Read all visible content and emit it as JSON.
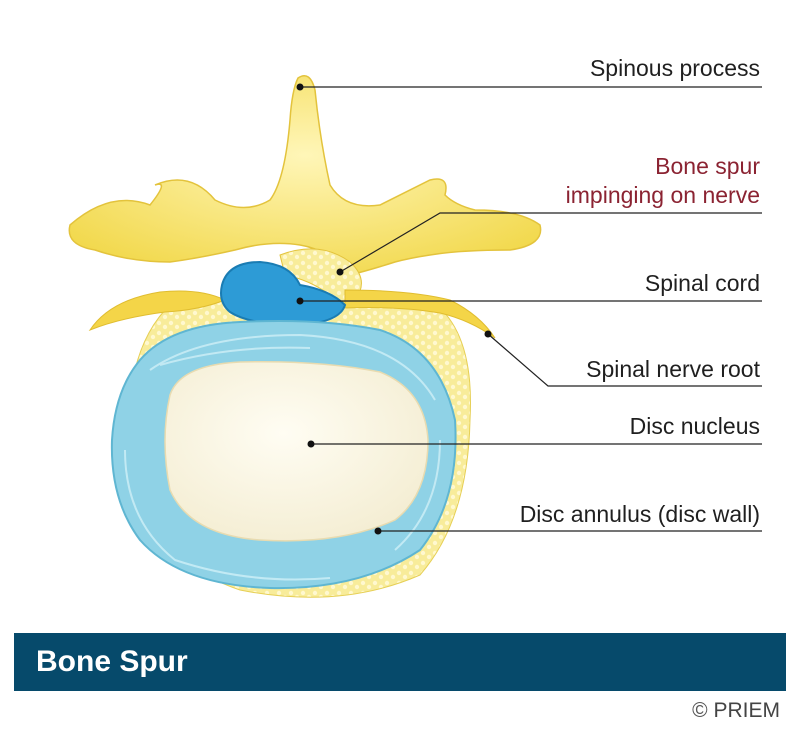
{
  "labels": {
    "spinous_process": "Spinous process",
    "bone_spur_line1": "Bone spur",
    "bone_spur_line2": "impinging on nerve",
    "spinal_cord": "Spinal cord",
    "spinal_nerve_root": "Spinal nerve root",
    "disc_nucleus": "Disc nucleus",
    "disc_annulus": "Disc annulus (disc wall)"
  },
  "title": "Bone Spur",
  "credit": {
    "symbol": "©",
    "brand": "PRIEM"
  },
  "colors": {
    "bone": "#f6e26a",
    "bone_highlight": "#fff6b8",
    "spinal_cord": "#2d9bd6",
    "annulus": "#8fd2e6",
    "nucleus": "#fbf7e3",
    "title_bar": "#064a6b",
    "highlight_text": "#8b2332"
  }
}
